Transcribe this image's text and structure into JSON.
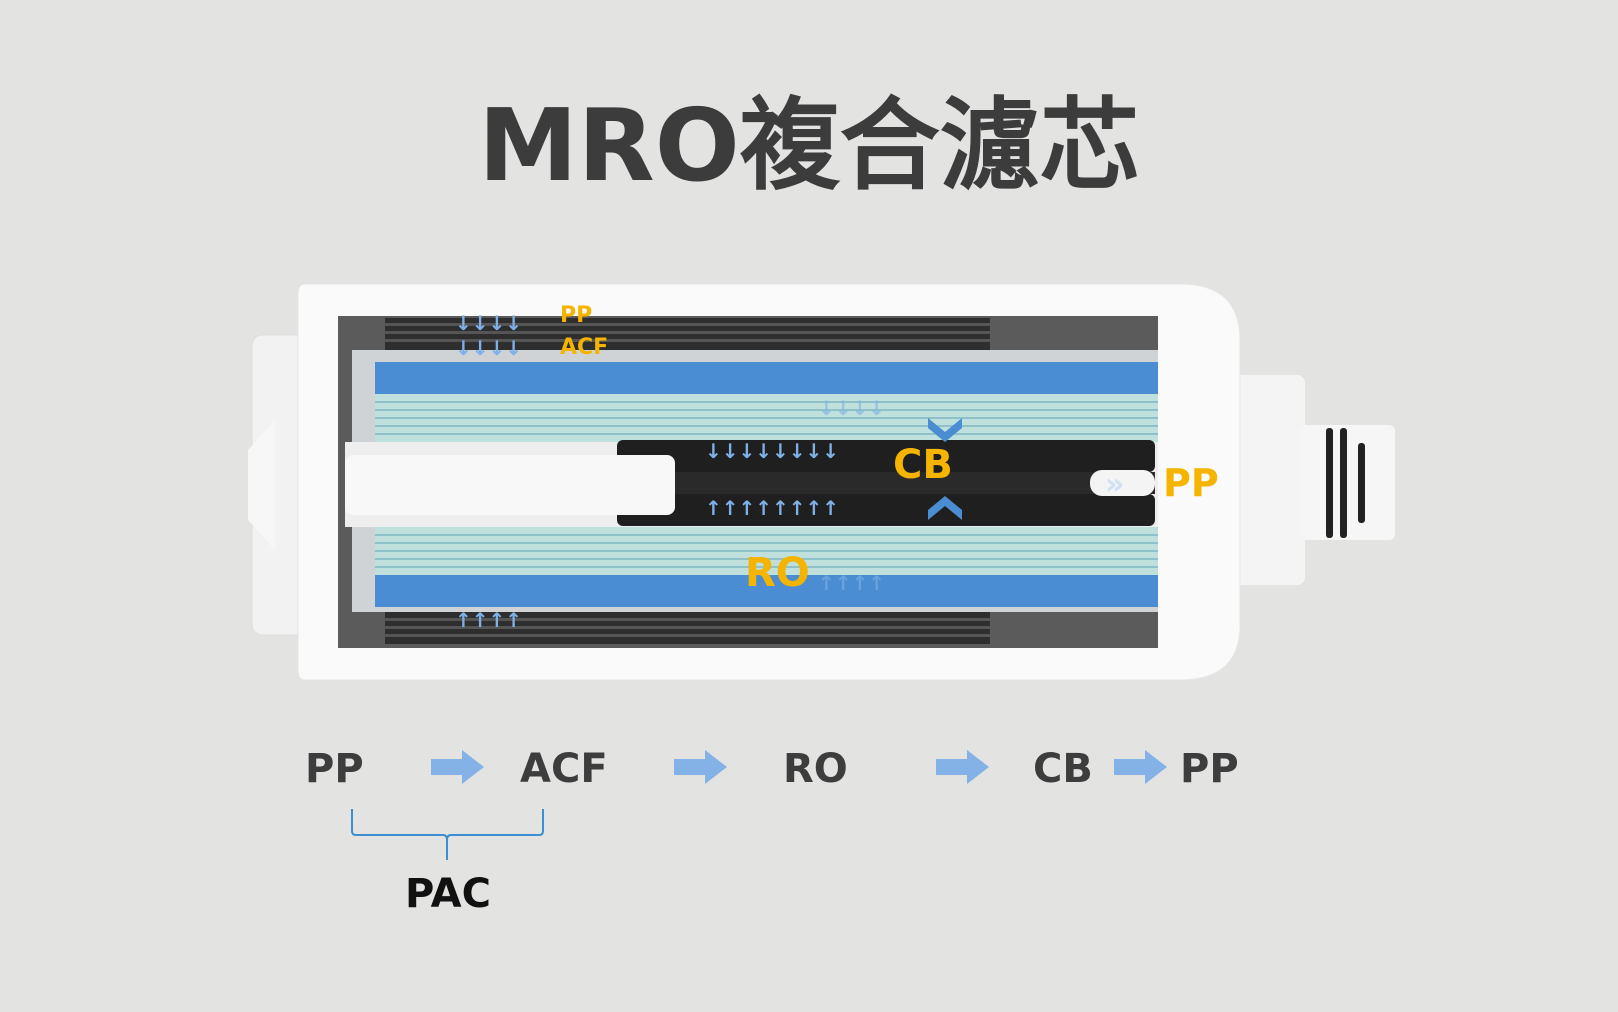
{
  "title": "MRO複合濾芯",
  "cartridge_labels": {
    "pp_outer": "PP",
    "acf": "ACF",
    "cb": "CB",
    "pp_outlet": "PP",
    "ro": "RO"
  },
  "flow": {
    "steps": [
      "PP",
      "ACF",
      "RO",
      "CB",
      "PP"
    ],
    "group_label": "PAC"
  },
  "colors": {
    "background": "#e3e3e2",
    "label_gold": "#f4b400",
    "arrow_blue": "#7fb0e6",
    "membrane_blue": "#4a8dd3"
  }
}
